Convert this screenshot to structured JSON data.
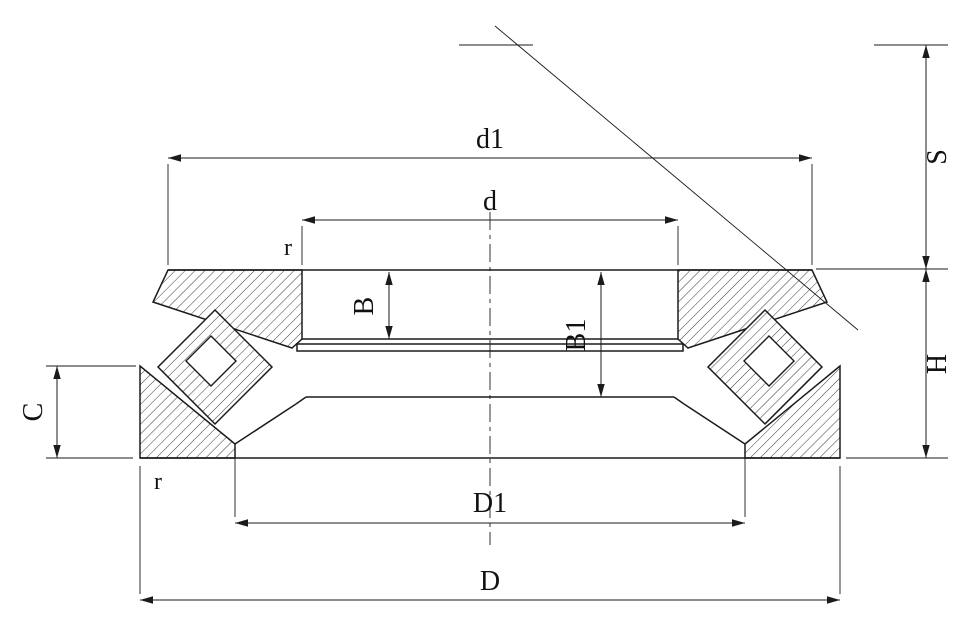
{
  "drawing": {
    "background": "#ffffff",
    "line_color": "#1b1b1b",
    "labels": {
      "d1": "d1",
      "d": "d",
      "S": "S",
      "B": "B",
      "B1": "B1",
      "H": "H",
      "C": "C",
      "D1": "D1",
      "D": "D",
      "r_upper": "r",
      "r_lower": "r"
    }
  }
}
